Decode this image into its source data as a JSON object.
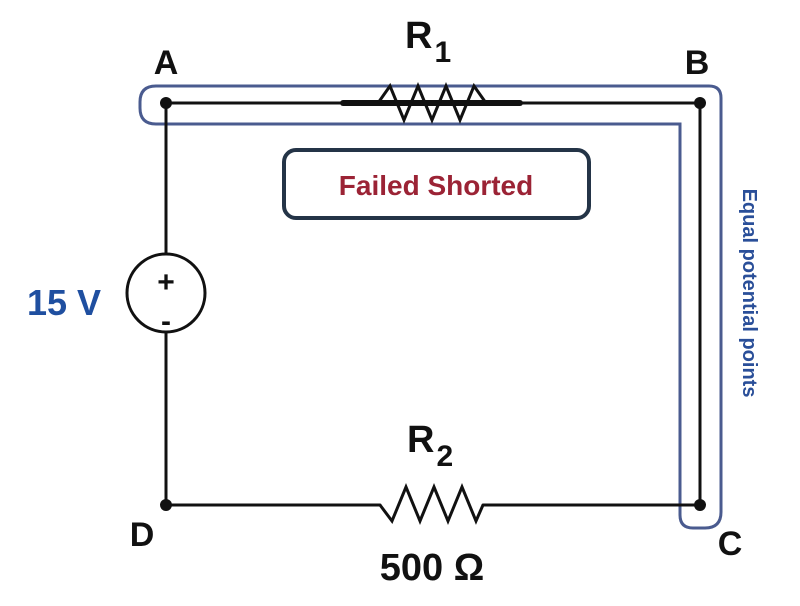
{
  "nodes": {
    "a": "A",
    "b": "B",
    "c": "C",
    "d": "D"
  },
  "resistor_r1": {
    "letter": "R",
    "subscript": "1"
  },
  "resistor_r2": {
    "letter": "R",
    "subscript": "2",
    "value": "500 Ω"
  },
  "source": {
    "voltage": "15 V",
    "plus": "+",
    "minus": "-"
  },
  "fault_label": "Failed Shorted",
  "equal_potential_label": "Equal potential points",
  "colors": {
    "wire": "#111111",
    "highlight": "#4a5b8f",
    "fault_text": "#9b2335",
    "fault_border": "#243447",
    "voltage_text": "#1f4fa0",
    "equal_text": "#2a4f99"
  }
}
